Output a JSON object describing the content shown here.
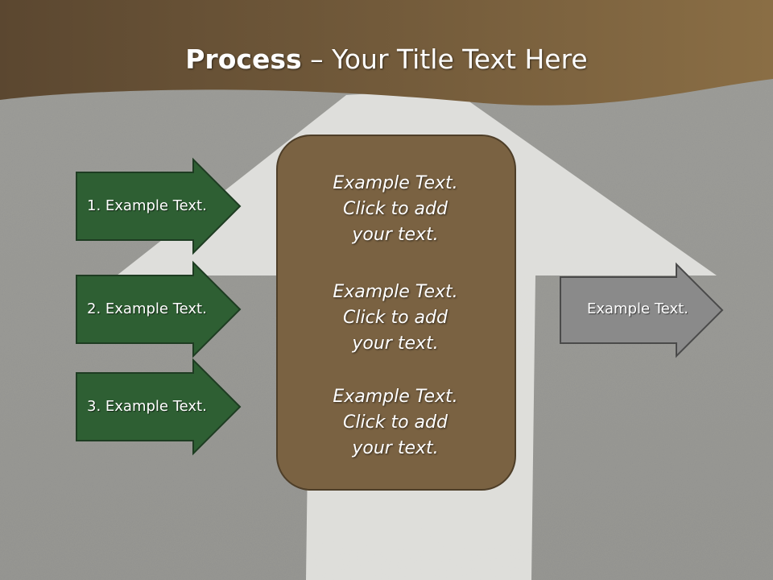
{
  "title": {
    "bold": "Process",
    "rest": " – Your Title Text Here"
  },
  "left_arrows": [
    {
      "label": "1. Example Text."
    },
    {
      "label": "2. Example Text."
    },
    {
      "label": "3. Example Text."
    }
  ],
  "center_box": {
    "blocks": [
      [
        "Example Text.",
        "Click  to add",
        "your text."
      ],
      [
        "Example Text.",
        "Click  to add",
        "your text."
      ],
      [
        "Example Text.",
        "Click  to add",
        "your text."
      ]
    ]
  },
  "right_arrow": {
    "label": "Example Text."
  },
  "colors": {
    "brown": "#7a6242",
    "green": "#2e5f33",
    "gray_arrow": "#8a8a8a",
    "road": "#9a9a96"
  }
}
